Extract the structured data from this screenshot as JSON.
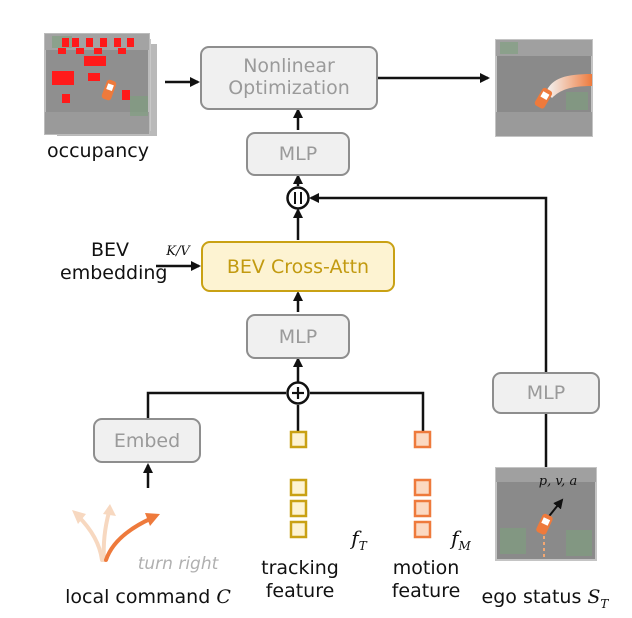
{
  "nodes": {
    "nonlinear_optimization": "Nonlinear Optimization",
    "mlp_top": "MLP",
    "bev_cross_attn": "BEV Cross-Attn",
    "mlp_middle": "MLP",
    "mlp_right": "MLP",
    "embed": "Embed",
    "concat_symbol": "||",
    "sum_symbol": "+"
  },
  "labels": {
    "occupancy": "occupancy",
    "bev_line1": "BEV",
    "bev_line2": "embedding",
    "kv": "K/V",
    "turn_right": "turn right",
    "local_command": "local command",
    "local_command_var": "C",
    "tracking_line1": "tracking",
    "tracking_line2": "feature",
    "tracking_var": "f",
    "tracking_sub": "T",
    "motion_line1": "motion",
    "motion_line2": "feature",
    "motion_var": "f",
    "motion_sub": "M",
    "ego_status": "ego status",
    "ego_var": "S",
    "ego_sub": "T",
    "pva": "p, v, a"
  },
  "colors": {
    "box_border": "#8e8e8e",
    "box_fill": "#f0f0f0",
    "box_text": "#9a9a9a",
    "bev_border": "#c9a114",
    "bev_fill": "#fdf3d2",
    "bev_text": "#c29a10",
    "tracking": "#c9a114",
    "motion": "#ee7a3c",
    "occupancy_red": "#ff1a1a",
    "map_gray": "#8c8c8c"
  }
}
